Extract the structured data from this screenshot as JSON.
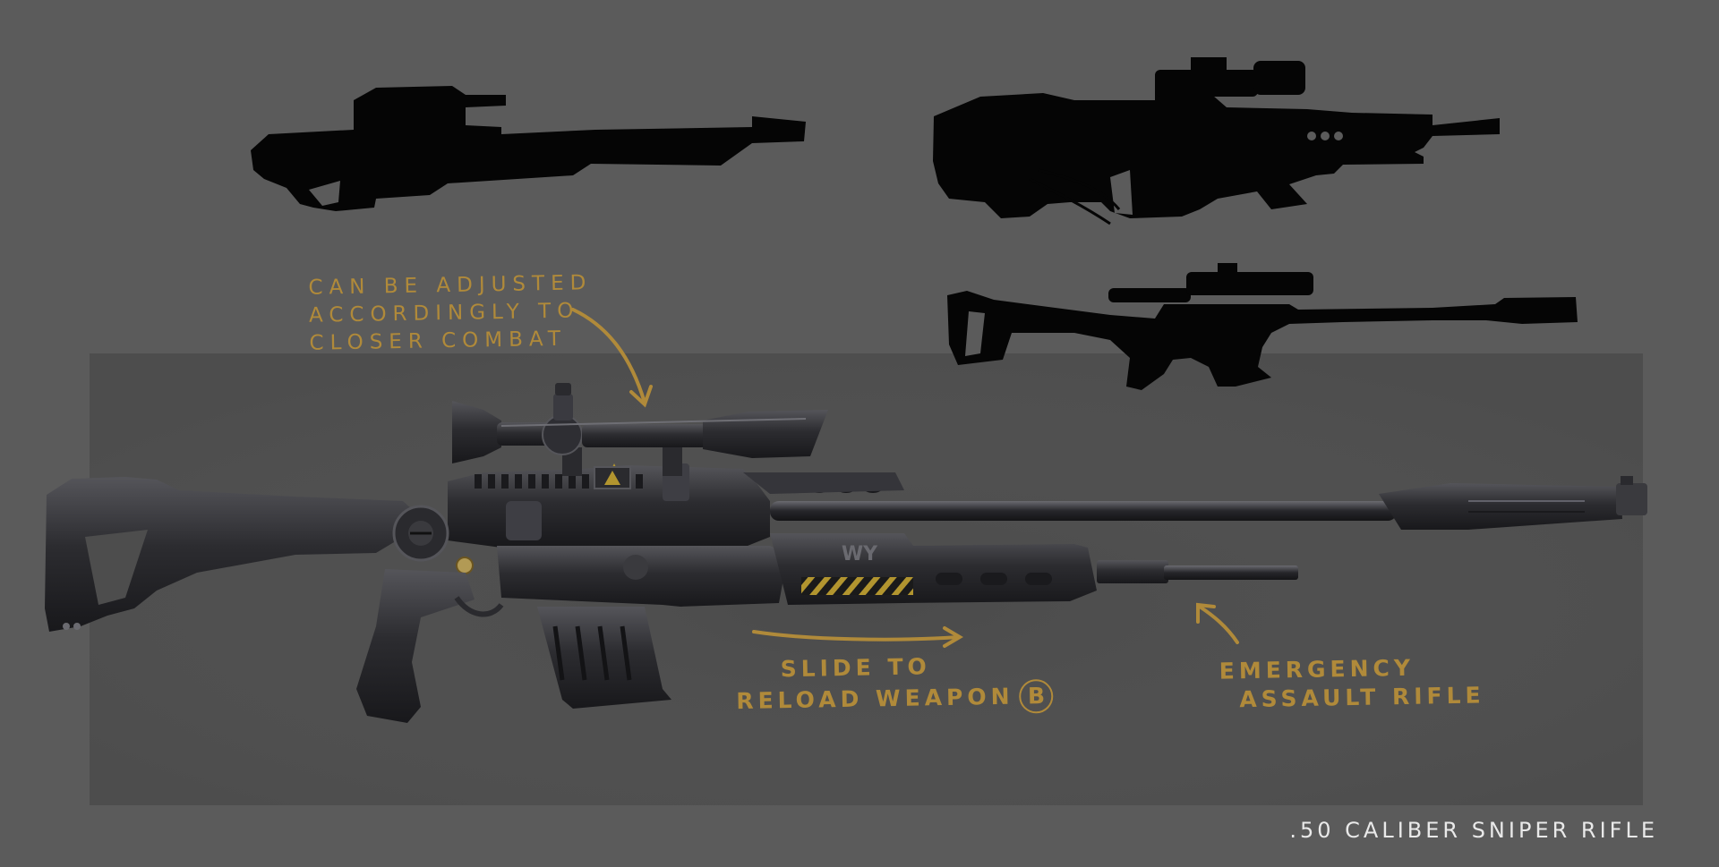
{
  "annotations": {
    "adjust": [
      "CAN BE ADJUSTED",
      "ACCORDINGLY TO",
      "CLOSER COMBAT"
    ],
    "reload": [
      "SLIDE TO",
      "RELOAD WEAPON"
    ],
    "reload_button": "B",
    "emergency": [
      "EMERGENCY",
      "ASSAULT RIFLE"
    ]
  },
  "caption": ".50 CALIBER SNIPER RIFLE",
  "receiver_mark": "WY",
  "colors": {
    "background": "#5b5b5b",
    "annotation": "#b08a3a",
    "caption": "#e9e9e9",
    "silhouette": "#050505",
    "rifle_metal": "#2b2b2e"
  }
}
